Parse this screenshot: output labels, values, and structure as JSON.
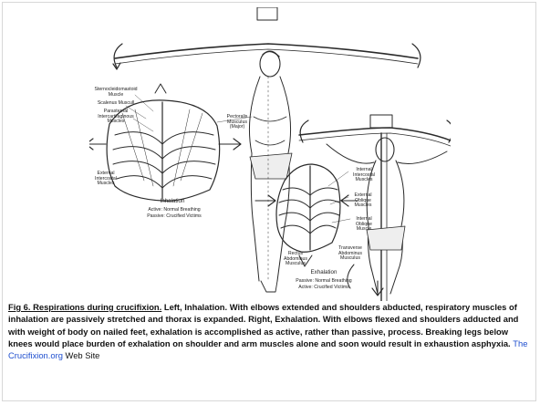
{
  "figure": {
    "labels": {
      "sternocleidomastoid": "Sternocleidomastoid\nMuscle",
      "scalenus": "Scalenus Muscull",
      "parasternal": "Parasternal\nIntercartilaginous\nMuscles",
      "pectoralis": "Pectoralis\nMusculus\n(Major)",
      "external_intercostal": "External\nIntercostal\nMuscles",
      "inhalation_title": "Inhalation",
      "inhalation_active": "Active: Normal Breathing",
      "inhalation_passive": "Passive: Crucified Victims",
      "internal_intercostal": "Internal\nIntercostal\nMuscles",
      "external_oblique": "External\nOblique\nMuscles",
      "internal_oblique": "Internal\nOblique\nMuscle",
      "rectus": "Rectus\nAbdominus\nMusculus",
      "transverse": "Transverse\nAbdominus\nMusculus",
      "exhalation_title": "Exhalation",
      "exhalation_passive": "Passive: Normal Breathing",
      "exhalation_active": "Active: Crucified Victims"
    }
  },
  "caption": {
    "title": "Fig 6. Respirations during crucifixion.",
    "body": " Left, Inhalation. With elbows extended and shoulders abducted, respiratory muscles of inhalation are passively stretched and thorax is expanded. Right, Exhalation. With elbows flexed and shoulders adducted and with weight of body on nailed feet, exhalation is accomplished as active, rather than passive, process. Breaking legs below knees would place burden of exhalation on shoulder and arm muscles alone and soon would result in exhaustion asphyxia. ",
    "link_text": "The Crucifixion.org",
    "suffix": " Web Site"
  },
  "colors": {
    "line": "#2a2a2a",
    "link": "#1f4fcf"
  }
}
